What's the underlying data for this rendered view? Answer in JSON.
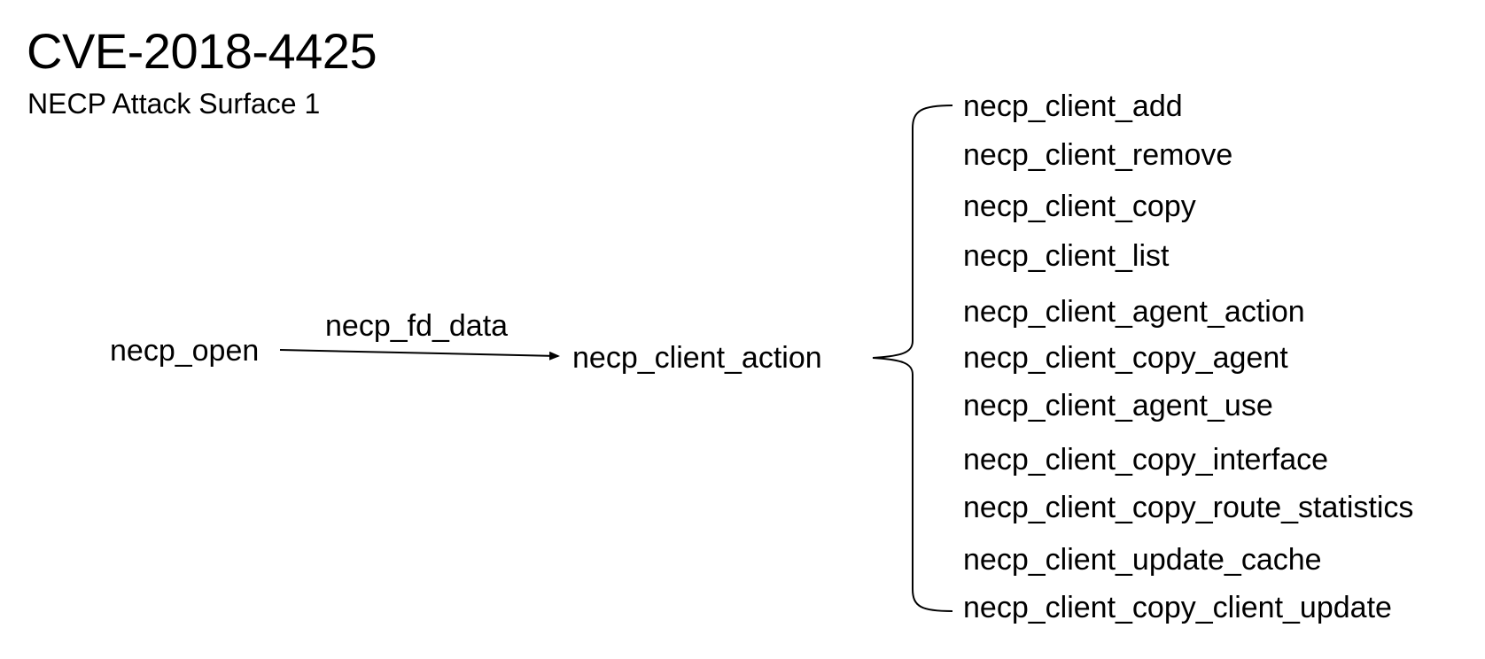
{
  "header": {
    "title": "CVE-2018-4425",
    "subtitle": "NECP Attack Surface 1"
  },
  "flow": {
    "source": "necp_open",
    "edge_label": "necp_fd_data",
    "target": "necp_client_action"
  },
  "actions": [
    "necp_client_add",
    "necp_client_remove",
    "necp_client_copy",
    "necp_client_list",
    "necp_client_agent_action",
    "necp_client_copy_agent",
    "necp_client_agent_use",
    "necp_client_copy_interface",
    "necp_client_copy_route_statistics",
    "necp_client_update_cache",
    "necp_client_copy_client_update"
  ]
}
